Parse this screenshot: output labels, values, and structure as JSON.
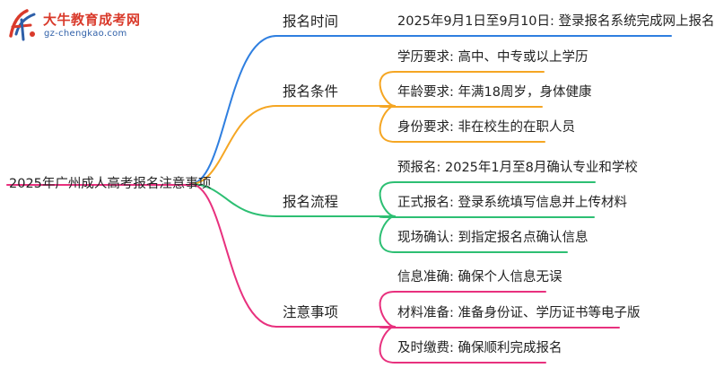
{
  "logo": {
    "title": "大牛教育成考网",
    "url": "gz-chengkao.com",
    "colors": {
      "title": "#d93a2b",
      "url": "#2e5fa8",
      "badge_red": "#d93a2b",
      "badge_blue": "#2e5fa8"
    }
  },
  "mindmap": {
    "root": "2025年广州成人高考报名注意事项",
    "branches": [
      {
        "label": "报名时间",
        "color": "#2f7fe0",
        "items": [
          "2025年9月1日至9月10日: 登录报名系统完成网上报名"
        ]
      },
      {
        "label": "报名条件",
        "color": "#f5a623",
        "items": [
          "学历要求: 高中、中专或以上学历",
          "年龄要求: 年满18周岁，身体健康",
          "身份要求: 非在校生的在职人员"
        ]
      },
      {
        "label": "报名流程",
        "color": "#2dbf73",
        "items": [
          "预报名: 2025年1月至8月确认专业和学校",
          "正式报名: 登录系统填写信息并上传材料",
          "现场确认: 到指定报名点确认信息"
        ]
      },
      {
        "label": "注意事项",
        "color": "#e8317e",
        "items": [
          "信息准确: 确保个人信息无误",
          "材料准备: 准备身份证、学历证书等电子版",
          "及时缴费: 确保顺利完成报名"
        ]
      }
    ]
  }
}
